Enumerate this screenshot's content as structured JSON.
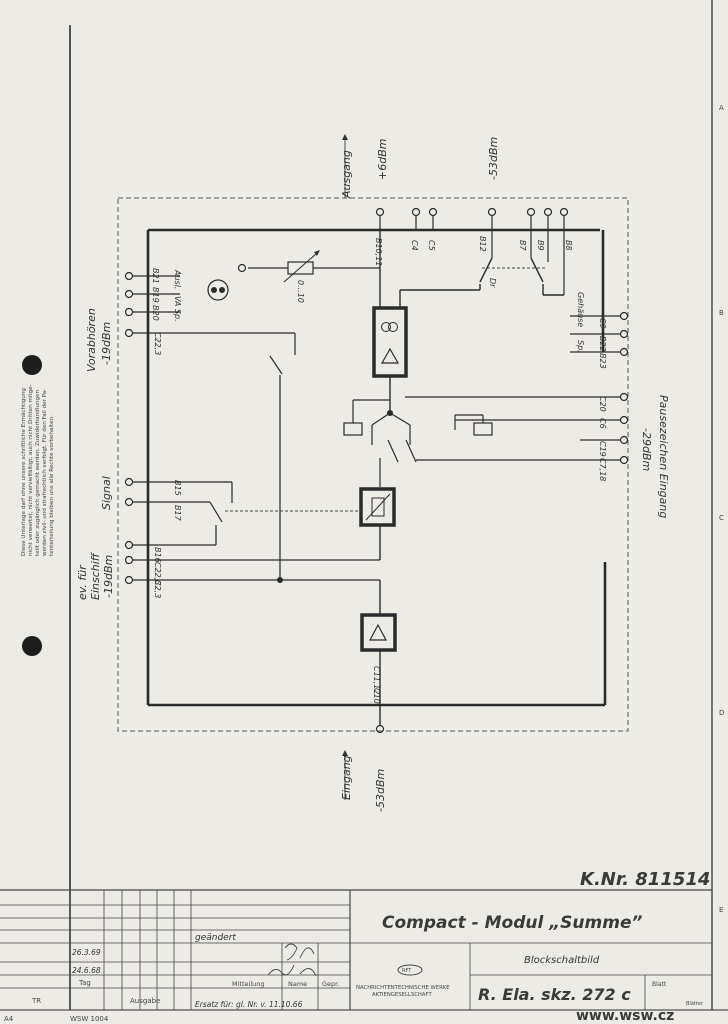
{
  "notice": [
    "Diese Unterlage darf ohne unsere schriftliche Ermächtigung",
    "nicht verwertet, nicht vervielfältigt, auch nicht Dritten mitge-",
    "teilt oder zugänglich gemacht werden. Zuwiderhandlungen",
    "werden zivil- und strafrechtlich verfolgt. Für den Fall der Pa-",
    "tenterteilung bleiben uns alle Rechte vorbehalten."
  ],
  "diagram": {
    "ausgang": "Ausgang",
    "plus6": "+6dBm",
    "minus53_top": "-53dBm",
    "eingang_bottom": "Eingang",
    "minus53_bottom": "-53dBm",
    "vorabhoeren": "Vorabhören",
    "vorab_level": "-19dBm",
    "signal": "Signal",
    "einschiff1": "ev. für",
    "einschiff2": "Einschiff",
    "einschiff_level": "-19dBm",
    "pause_level": "-29dBm",
    "pause_label": "Pausezeichen Eingang",
    "gehaeuse": "Gehäuse",
    "sp": "Sp.",
    "ausl": "Ausl.",
    "vasp": "VA Sp.",
    "gain": "0...10",
    "dr": "Dr",
    "pins": {
      "b10b11": "B10,11",
      "c4": "C4",
      "c5": "C5",
      "b12": "B12",
      "b7": "B7",
      "b9": "B9",
      "b8": "B8",
      "b21": "B21",
      "b19": "B19",
      "b20": "B20",
      "c223_top": "C22,3",
      "c9": "C9",
      "b22": "B22",
      "b23": "B23",
      "c20": "C20",
      "c6": "C6",
      "c19": "C19",
      "c718": "C7,18",
      "b15": "B15",
      "b17": "B17",
      "b16": "B16",
      "c223_mid": "C22,3",
      "c23": "C2,3",
      "c1112": "C11,12",
      "c10": "C10"
    }
  },
  "corner_marks": [
    "A",
    "B",
    "C",
    "D",
    "E"
  ],
  "title_block": {
    "knr": "K.Nr. 811514",
    "title": "Compact - Modul  „Summe”",
    "subtitle": "Blockschaltbild",
    "drawing_no": "R. Ela. skz. 272 c",
    "company1": "NACHRICHTENTECHNISCHE WERKE",
    "company2": "AKTIENGESELLSCHAFT",
    "logo": "RFT",
    "changed": "geändert",
    "date1": "26.3.69",
    "date2": "24.6.68",
    "col_tag": "Tag",
    "col_mitteilung": "Mitteilung",
    "col_name": "Name",
    "col_gepr": "Gepr.",
    "col_ausgabe": "Ausgabe",
    "col_tr": "TR",
    "blatt": "Blatt",
    "blaetter": "Blätter",
    "replaces": "Ersatz für: gl. Nr. v. 11.10.66",
    "format": "A4",
    "wsw": "WSW 1004",
    "watermark": "www.wsw.cz"
  }
}
